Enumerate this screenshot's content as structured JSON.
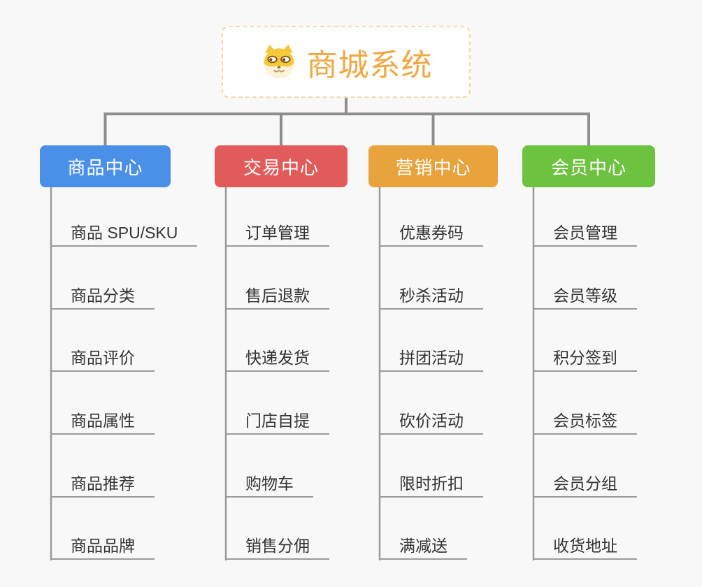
{
  "root": {
    "title": "商城系统",
    "icon": "shiba-dog-icon",
    "text_color": "#f0a843",
    "border_color": "#f3d9a4",
    "background": "#ffffff"
  },
  "canvas_background": "#f8f8f8",
  "connector_color_top": "#8d8d8d",
  "connector_color_rail": "#9a9a9a",
  "branches": [
    {
      "label": "商品中心",
      "color": "#4a8fe8",
      "children": [
        "商品 SPU/SKU",
        "商品分类",
        "商品评价",
        "商品属性",
        "商品推荐",
        "商品品牌"
      ]
    },
    {
      "label": "交易中心",
      "color": "#e25b5b",
      "children": [
        "订单管理",
        "售后退款",
        "快递发货",
        "门店自提",
        "购物车",
        "销售分佣"
      ]
    },
    {
      "label": "营销中心",
      "color": "#e8a33c",
      "children": [
        "优惠券码",
        "秒杀活动",
        "拼团活动",
        "砍价活动",
        "限时折扣",
        "满减送"
      ]
    },
    {
      "label": "会员中心",
      "color": "#6dc23f",
      "children": [
        "会员管理",
        "会员等级",
        "积分签到",
        "会员标签",
        "会员分组",
        "收货地址"
      ]
    }
  ]
}
